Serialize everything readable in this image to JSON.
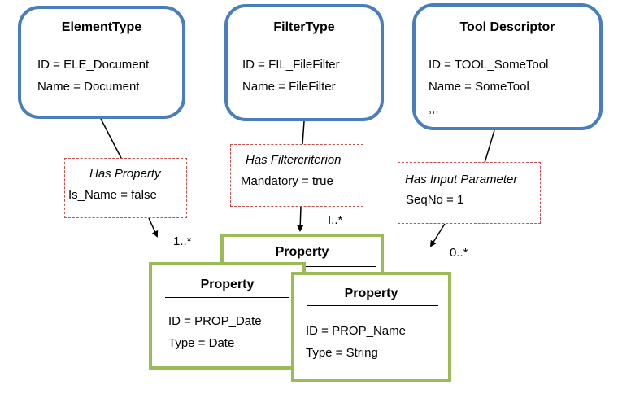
{
  "entities": {
    "element_type": {
      "title": "ElementType",
      "lines": [
        "ID = ELE_Document",
        "Name = Document"
      ]
    },
    "filter_type": {
      "title": "FilterType",
      "lines": [
        "ID = FIL_FileFilter",
        "Name = FileFilter"
      ]
    },
    "tool_descriptor": {
      "title": "Tool Descriptor",
      "lines": [
        "ID = TOOL_SomeTool",
        "Name = SomeTool",
        ",,,"
      ]
    }
  },
  "associations": {
    "has_property": {
      "name": "Has Property",
      "attr": "Is_Name = false"
    },
    "has_filtercriterion": {
      "name": "Has Filtercriterion",
      "attr": "Mandatory = true"
    },
    "has_input_parameter": {
      "name": "Has Input Parameter",
      "attr": "SeqNo = 1"
    }
  },
  "properties": {
    "back": {
      "title": "Property"
    },
    "date": {
      "title": "Property",
      "lines": [
        "ID = PROP_Date",
        "Type = Date"
      ]
    },
    "name": {
      "title": "Property",
      "lines": [
        "ID = PROP_Name",
        "Type = String"
      ]
    }
  },
  "multiplicities": {
    "left": "1..*",
    "middle": "I..*",
    "right": "0..*"
  },
  "colors": {
    "entity_border": "#4a7dbb",
    "property_border": "#9bbb59",
    "association_border": "#c0504d"
  }
}
